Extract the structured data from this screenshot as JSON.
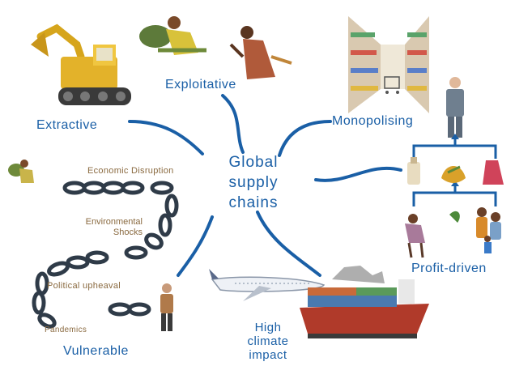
{
  "center": {
    "line1": "Global",
    "line2": "supply",
    "line3": "chains"
  },
  "labels": {
    "extractive": "Extractive",
    "exploitative": "Exploitative",
    "monopolising": "Monopolising",
    "profit_driven": "Profit-driven",
    "vulnerable": "Vulnerable",
    "high_climate_line1": "High",
    "high_climate_line2": "climate",
    "high_climate_line3": "impact"
  },
  "chain_labels": {
    "economic": "Economic Disruption",
    "environmental_line1": "Environmental",
    "environmental_line2": "Shocks",
    "political": "Political upheaval",
    "pandemics": "Pandemics"
  },
  "colors": {
    "accent": "#1a5fa6",
    "chain": "#2f3b48",
    "caption": "#8a6a40"
  },
  "icons": [
    "excavator-icon",
    "tea-pickers-icon",
    "supermarket-aisle-icon",
    "businessman-icon",
    "products-icon",
    "farm-workers-icon",
    "broken-chain-icon",
    "airplane-icon",
    "cargo-ship-icon"
  ]
}
